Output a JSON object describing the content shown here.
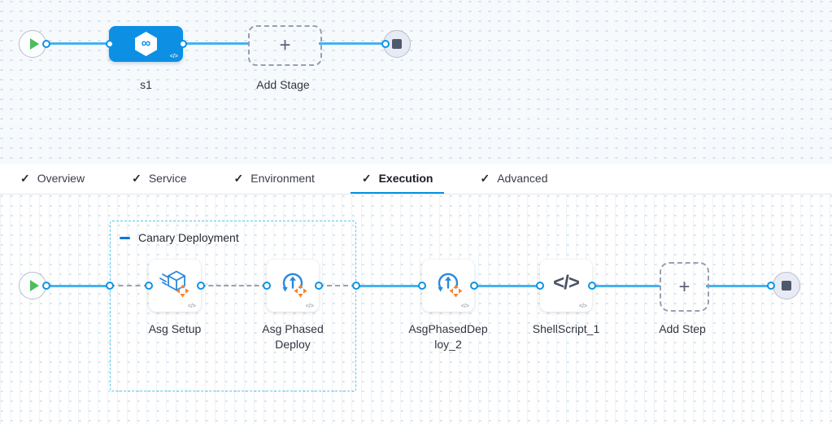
{
  "stage_graph": {
    "stage_label": "s1",
    "add_stage_label": "Add Stage"
  },
  "tab_bar": {
    "active_tab": "Execution",
    "tabs": [
      {
        "label": "Overview",
        "checked": true
      },
      {
        "label": "Service",
        "checked": true
      },
      {
        "label": "Environment",
        "checked": true
      },
      {
        "label": "Execution",
        "checked": true
      },
      {
        "label": "Advanced",
        "checked": true
      }
    ]
  },
  "execution_graph": {
    "group_label": "Canary Deployment",
    "steps": [
      {
        "label": "Asg Setup",
        "icon": "asg-setup-icon"
      },
      {
        "label": "Asg Phased Deploy",
        "icon": "asg-phased-deploy-icon"
      },
      {
        "label": "AsgPhasedDeploy_2",
        "icon": "asg-phased-deploy-icon"
      },
      {
        "label": "ShellScript_1",
        "icon": "shell-script-icon"
      }
    ],
    "add_step_label": "Add Step"
  },
  "icons": {
    "check": "✓",
    "plus": "+",
    "infinity": "∞",
    "code": "</>"
  },
  "colors": {
    "stage_blue": "#0d8fe4",
    "edge_blue": "#45b2ef",
    "tab_underline_blue": "#0092e4",
    "play_green": "#4ebd5e",
    "stop_slate": "#4d5a6d",
    "step_icon_blue": "#2b88dd",
    "arrows_orange": "#f9822a",
    "group_border_cyan": "#59c6ec",
    "dashed_edge_gray": "#9aa2af"
  }
}
